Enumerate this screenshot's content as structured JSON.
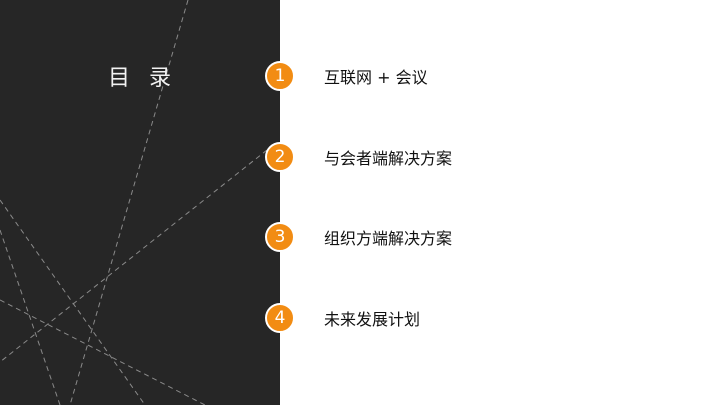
{
  "title": "目 录",
  "accent_color": "#f28c13",
  "items": [
    {
      "number": "1",
      "label": "互联网 + 会议"
    },
    {
      "number": "2",
      "label": "与会者端解决方案"
    },
    {
      "number": "3",
      "label": "组织方端解决方案"
    },
    {
      "number": "4",
      "label": "未来发展计划"
    }
  ]
}
